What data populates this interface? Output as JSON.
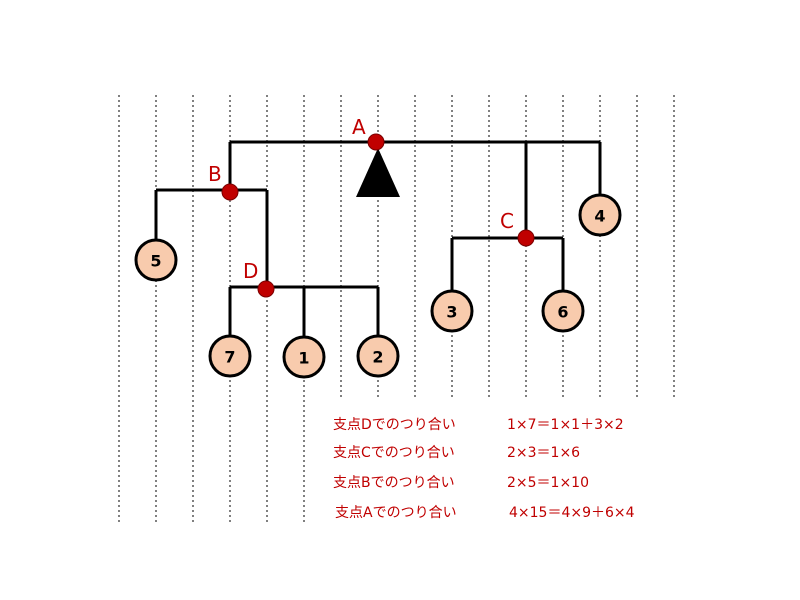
{
  "pivots": [
    {
      "id": "A",
      "label": "A"
    },
    {
      "id": "B",
      "label": "B"
    },
    {
      "id": "C",
      "label": "C"
    },
    {
      "id": "D",
      "label": "D"
    }
  ],
  "weights": [
    "5",
    "7",
    "1",
    "2",
    "3",
    "6",
    "4"
  ],
  "equations": [
    {
      "label": "支点Dでのつり合い",
      "formula": "1×7＝1×1＋3×2"
    },
    {
      "label": "支点Cでのつり合い",
      "formula": "2×3＝1×6"
    },
    {
      "label": "支点Bでのつり合い",
      "formula": "2×5＝1×10"
    },
    {
      "label": "支点Aでのつり合い",
      "formula": "4×15＝4×9＋6×4"
    }
  ],
  "colors": {
    "pivot": "#c00000",
    "weight_fill": "#f8cbad",
    "text_red": "#c00000"
  }
}
